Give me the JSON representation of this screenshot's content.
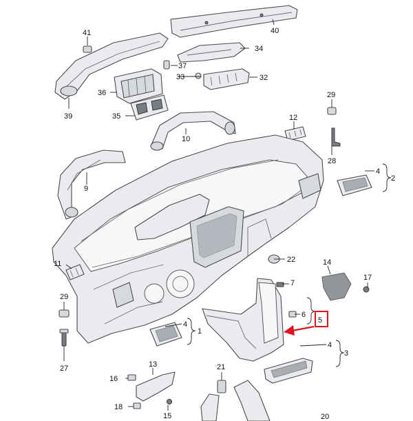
{
  "diagram": {
    "highlight_color": "#e0141e",
    "highlighted_part": "5",
    "callouts": {
      "c1": "1",
      "c2": "2",
      "c3": "3",
      "c4a": "4",
      "c4b": "4",
      "c4c": "4",
      "c5": "5",
      "c6": "6",
      "c7": "7",
      "c9": "9",
      "c10": "10",
      "c11": "11",
      "c12": "12",
      "c13": "13",
      "c14": "14",
      "c15": "15",
      "c16": "16",
      "c17": "17",
      "c18": "18",
      "c20": "20",
      "c21": "21",
      "c22": "22",
      "c27": "27",
      "c28": "28",
      "c29a": "29",
      "c29b": "29",
      "c32": "32",
      "c33": "33",
      "c34": "34",
      "c35": "35",
      "c36": "36",
      "c37": "37",
      "c39": "39",
      "c40": "40",
      "c41": "41"
    }
  }
}
